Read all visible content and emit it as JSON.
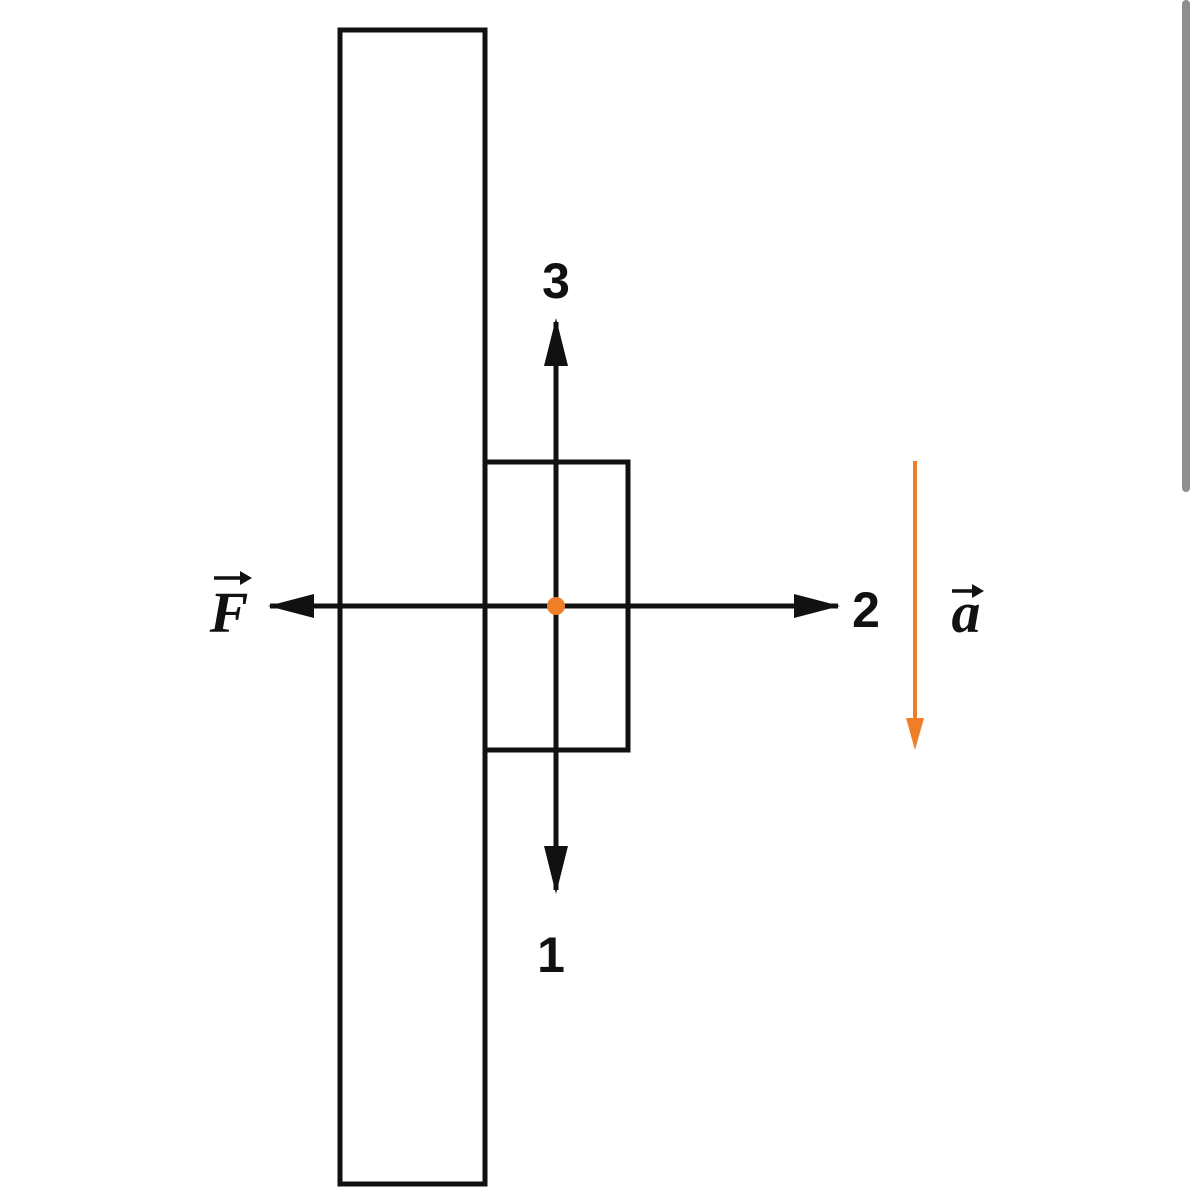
{
  "labels": {
    "direction_up": "3",
    "direction_down": "1",
    "direction_right": "2",
    "force": "F",
    "acceleration": "a"
  },
  "colors": {
    "stroke": "#111111",
    "acceleration": "#f07d27",
    "center_point": "#f07d27"
  }
}
